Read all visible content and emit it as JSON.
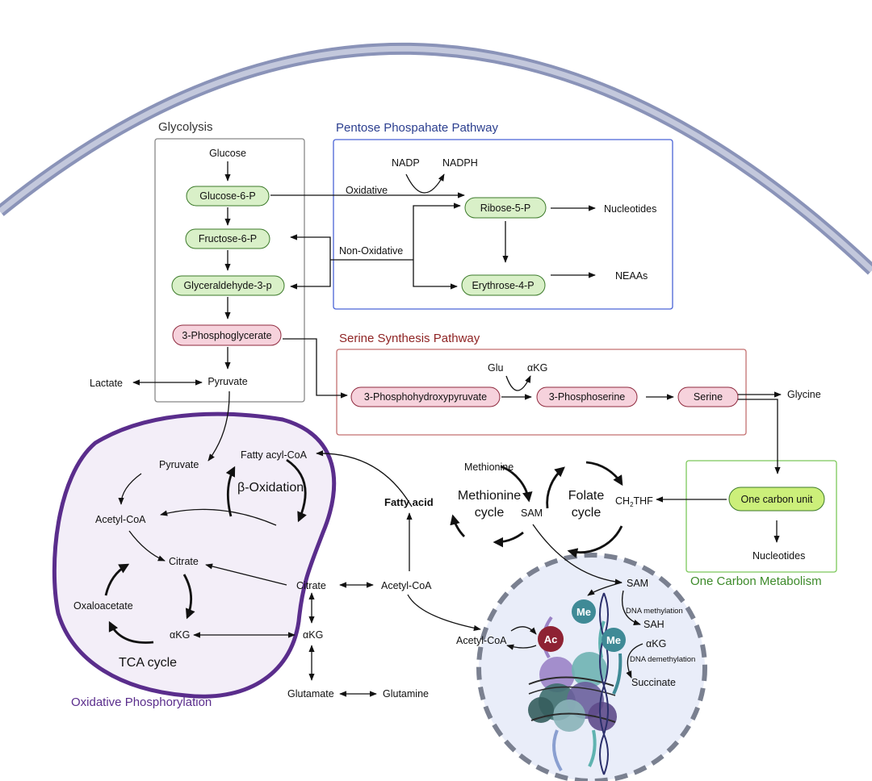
{
  "titles": {
    "glycolysis": "Glycolysis",
    "ppp": "Pentose Phospahate Pathway",
    "serine": "Serine Synthesis Pathway",
    "one_carbon": "One Carbon Metabolism",
    "oxphos": "Oxidative Phosphorylation"
  },
  "glycolysis": {
    "glucose": "Glucose",
    "g6p": "Glucose-6-P",
    "f6p": "Fructose-6-P",
    "g3p": "Glyceraldehyde-3-p",
    "pg3": "3-Phosphoglycerate",
    "pyruvate": "Pyruvate",
    "lactate": "Lactate"
  },
  "ppp": {
    "nadp": "NADP",
    "nadph": "NADPH",
    "oxidative": "Oxidative",
    "non_oxidative": "Non-Oxidative",
    "r5p": "Ribose-5-P",
    "e4p": "Erythrose-4-P",
    "nucleotides": "Nucleotides",
    "neaas": "NEAAs"
  },
  "serine": {
    "glu": "Glu",
    "akg": "αKG",
    "phpyr": "3-Phosphohydroxypyruvate",
    "pser": "3-Phosphoserine",
    "serine": "Serine",
    "glycine": "Glycine"
  },
  "one_carbon": {
    "unit": "One carbon unit",
    "nucleotides": "Nucleotides",
    "ch2thf_main": "CH",
    "ch2thf_sub": "2",
    "ch2thf_end": "THF"
  },
  "cycles": {
    "methionine": "Methionine",
    "methionine_cycle_1": "Methionine",
    "methionine_cycle_2": "cycle",
    "folate_1": "Folate",
    "folate_2": "cycle",
    "sam": "SAM"
  },
  "mito": {
    "pyruvate": "Pyruvate",
    "fatty_acyl_coa": "Fatty acyl-CoA",
    "beta_oxidation": "β-Oxidation",
    "acetyl_coa": "Acetyl-CoA",
    "citrate": "Citrate",
    "oxaloacetate": "Oxaloacetate",
    "akg": "αKG",
    "tca": "TCA cycle"
  },
  "cytosol": {
    "fatty_acid": "Fatty acid",
    "citrate": "Citrate",
    "acetyl_coa": "Acetyl-CoA",
    "akg": "αKG",
    "glutamate": "Glutamate",
    "glutamine": "Glutamine"
  },
  "nucleus": {
    "sam": "SAM",
    "dna_methylation": "DNA methylation",
    "sah": "SAH",
    "akg": "αKG",
    "dna_demethylation": "DNA demethylation",
    "succinate": "Succinate",
    "acetyl_coa": "Acetyl-CoA",
    "me": "Me",
    "ac": "Ac"
  },
  "colors": {
    "cell_membrane": "#8a93b8",
    "ppp_box": "#4a63d6",
    "serine_box": "#c47070",
    "one_carbon_box": "#7cc85a",
    "mito_border": "#5a2d8c",
    "mito_fill": "#f3eef8",
    "nucleus_fill": "#e9edf9",
    "nucleus_border": "#7a8090",
    "green_pill": "#d9f0c8",
    "pink_pill": "#f6d2dc",
    "yellow_pill": "#ccef7a",
    "methyl_tag": "#3f8a96",
    "acetyl_tag": "#8e2233"
  }
}
